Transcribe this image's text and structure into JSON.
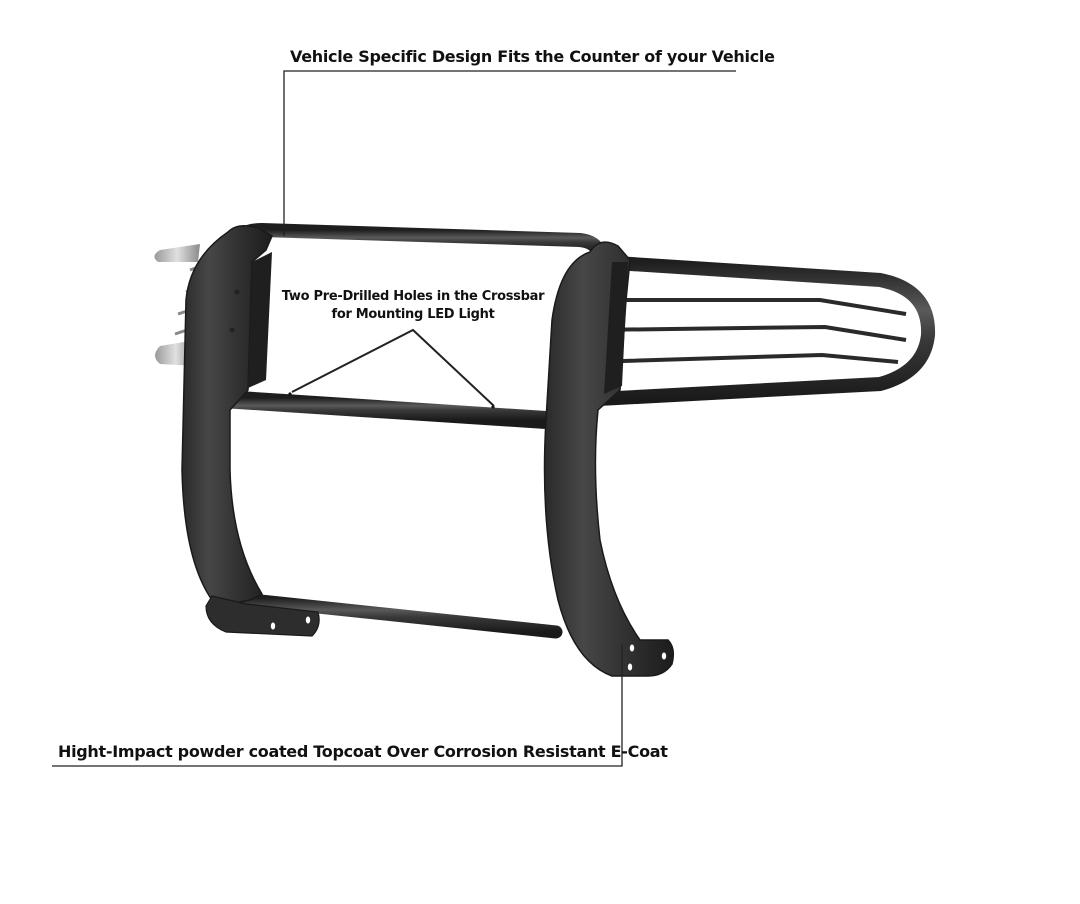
{
  "product": {
    "name": "Grille Guard",
    "color": "#2b2b2b",
    "finish": "black powder coat"
  },
  "callouts": [
    {
      "id": "top",
      "text": "Vehicle Specific Design Fits the Counter of your Vehicle"
    },
    {
      "id": "middle",
      "lines": [
        "Two Pre-Drilled Holes in the Crossbar",
        "for Mounting LED Light"
      ]
    },
    {
      "id": "bottom",
      "text": "Hight-Impact powder coated Topcoat Over Corrosion Resistant E-Coat"
    }
  ],
  "colors": {
    "background": "#ffffff",
    "text": "#111111",
    "leader_line": "#222222",
    "metal_dark": "#262626",
    "metal_mid": "#3a3a3a",
    "metal_highlight": "#6a6a6a"
  }
}
